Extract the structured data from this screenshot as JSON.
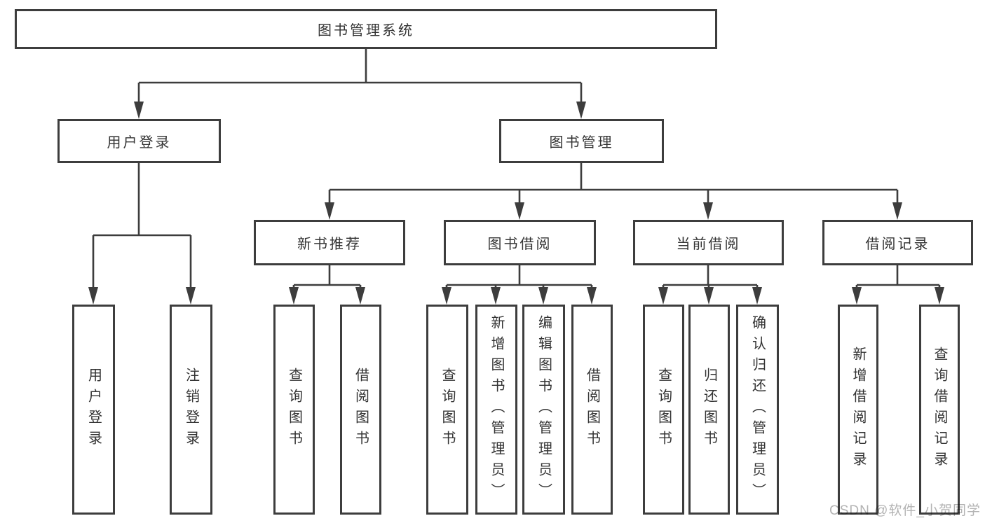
{
  "tree": {
    "root": {
      "label": "图书管理系统",
      "children": [
        {
          "label": "用户登录",
          "children": [
            {
              "label": "用户登录"
            },
            {
              "label": "注销登录"
            }
          ]
        },
        {
          "label": "图书管理",
          "children": [
            {
              "label": "新书推荐",
              "children": [
                {
                  "label": "查询图书"
                },
                {
                  "label": "借阅图书"
                }
              ]
            },
            {
              "label": "图书借阅",
              "children": [
                {
                  "label": "查询图书"
                },
                {
                  "label": "新增图书（管理员）"
                },
                {
                  "label": "编辑图书（管理员）"
                },
                {
                  "label": "借阅图书"
                }
              ]
            },
            {
              "label": "当前借阅",
              "children": [
                {
                  "label": "查询图书"
                },
                {
                  "label": "归还图书"
                },
                {
                  "label": "确认归还（管理员）"
                }
              ]
            },
            {
              "label": "借阅记录",
              "children": [
                {
                  "label": "新增借阅记录"
                },
                {
                  "label": "查询借阅记录"
                }
              ]
            }
          ]
        }
      ]
    }
  },
  "watermark": {
    "text": "CSDN @软件_小贺同学"
  },
  "colors": {
    "line": "#3d3d3d",
    "text": "#333333",
    "box_background": "#ffffff",
    "page_background": "#ffffff",
    "watermark": "#b3b3b3"
  }
}
